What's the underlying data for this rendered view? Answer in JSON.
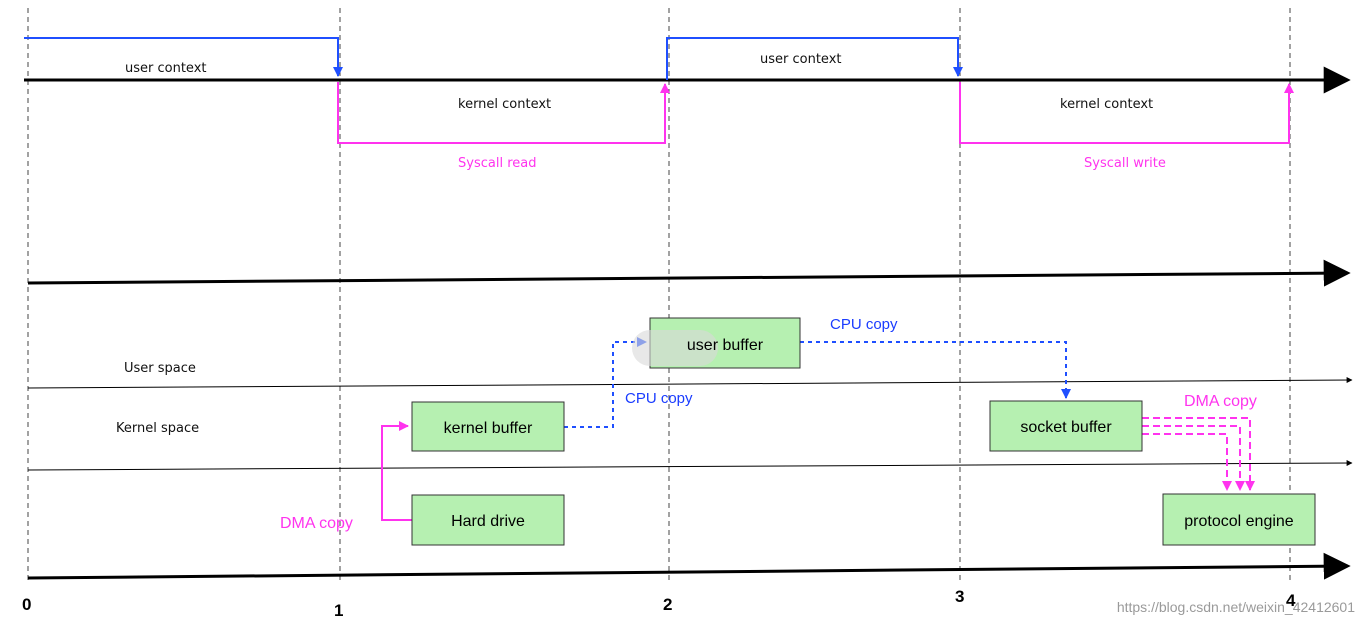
{
  "timeline": {
    "ticks": [
      "0",
      "1",
      "2",
      "3",
      "4"
    ],
    "user_context_1": "user context",
    "user_context_2": "user context",
    "kernel_context_1": "kernel context",
    "kernel_context_2": "kernel context",
    "syscall_read": "Syscall read",
    "syscall_write": "Syscall write"
  },
  "spaces": {
    "user_space": "User space",
    "kernel_space": "Kernel  space"
  },
  "boxes": {
    "user_buffer": "user buffer",
    "kernel_buffer": "kernel buffer",
    "hard_drive": "Hard drive",
    "socket_buffer": "socket buffer",
    "protocol_engine": "protocol engine"
  },
  "copies": {
    "cpu_copy_1": "CPU copy",
    "cpu_copy_2": "CPU copy",
    "dma_copy_1": "DMA copy",
    "dma_copy_2": "DMA copy"
  },
  "watermark": "https://blog.csdn.net/weixin_42412601",
  "colors": {
    "user_line": "#1f4fff",
    "kernel_line": "#ff33ee",
    "box_fill": "#b6f0b1",
    "cpu_copy": "#1a3cff"
  }
}
